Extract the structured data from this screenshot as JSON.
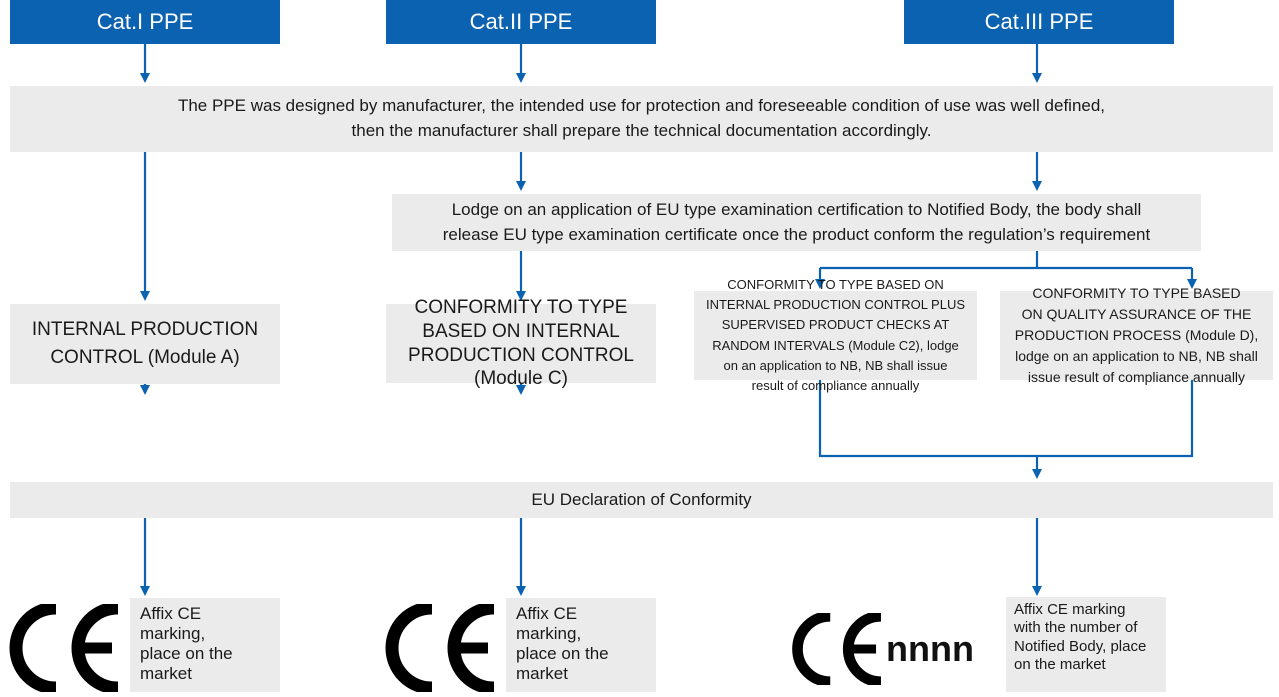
{
  "colors": {
    "header_bg": "#0b62b0",
    "box_bg": "#ebebeb",
    "arrow": "#0b62b0"
  },
  "headers": [
    "Cat.I PPE",
    "Cat.II PPE",
    "Cat.III PPE"
  ],
  "design_text": "The PPE was designed by manufacturer, the intended use for protection and foreseeable condition of use was well defined,\nthen the manufacturer shall prepare the technical documentation accordingly.",
  "lodge_text": "Lodge on an application of EU type examination certification to Notified Body, the body shall\nrelease EU type examination certificate once the product conform the regulation’s requirement",
  "module_a": "INTERNAL PRODUCTION\nCONTROL (Module A)",
  "module_c": "CONFORMITY TO TYPE\nBASED ON INTERNAL\nPRODUCTION CONTROL\n(Module C)",
  "module_c2": "CONFORMITY TO TYPE BASED ON\nINTERNAL PRODUCTION CONTROL PLUS\nSUPERVISED PRODUCT CHECKS AT\nRANDOM INTERVALS (Module C2), lodge\non an application to NB, NB shall issue\nresult of compliance annually",
  "module_d": "CONFORMITY TO TYPE BASED\nON QUALITY ASSURANCE OF THE\nPRODUCTION PROCESS (Module D),\nlodge on an application to NB, NB shall\nissue result of compliance annually",
  "declaration": "EU Declaration of Conformity",
  "affix_1": "Affix CE marking,\nplace on the\nmarket",
  "affix_2": "Affix CE marking,\nplace on the\nmarket",
  "affix_3": "Affix CE marking\nwith the number of\nNotified Body, place\non the market",
  "nb_number": "nnnn",
  "ce_mark_icon": "ce-mark-icon"
}
